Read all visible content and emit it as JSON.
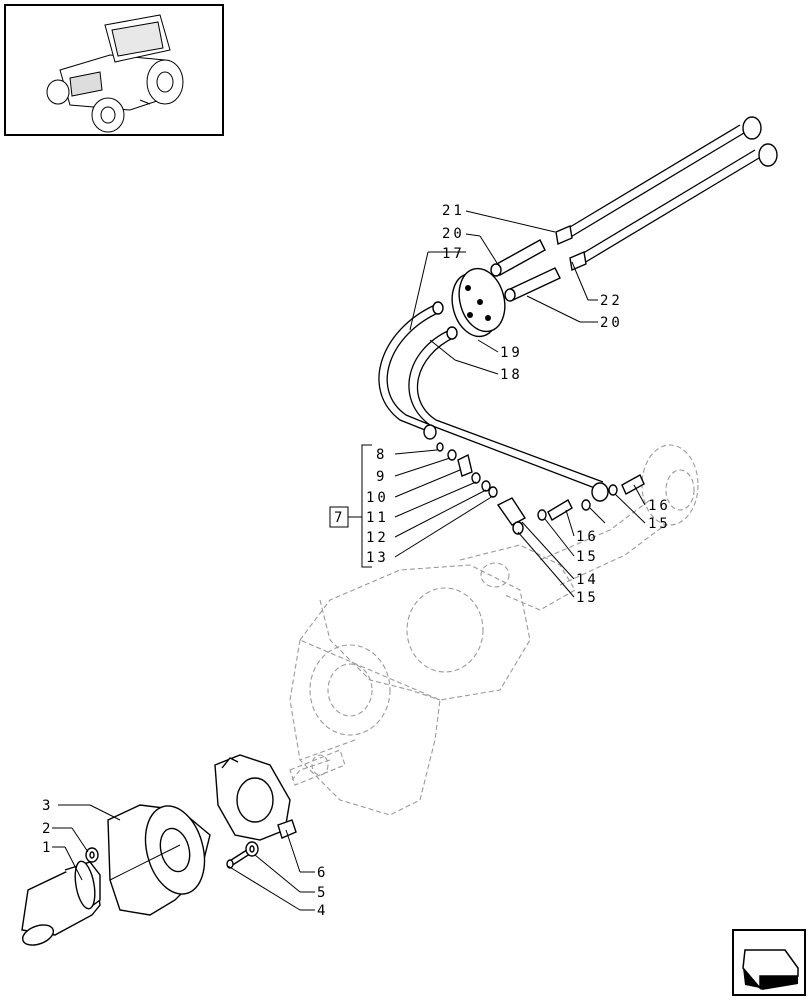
{
  "callouts": {
    "c1": "1",
    "c2": "2",
    "c3": "3",
    "c4": "4",
    "c5": "5",
    "c6": "6",
    "c7": "7",
    "c8": "8",
    "c9": "9",
    "c10": "10",
    "c11": "11",
    "c12": "12",
    "c13": "13",
    "c14": "14",
    "c15a": "15",
    "c15b": "15",
    "c15c": "15",
    "c16a": "16",
    "c16b": "16",
    "c17": "17",
    "c18": "18",
    "c19": "19",
    "c20a": "20",
    "c20b": "20",
    "c21": "21",
    "c22": "22"
  },
  "icons": {
    "thumbnail": "tractor-thumbnail-icon",
    "nav": "next-page-arrow-icon"
  }
}
